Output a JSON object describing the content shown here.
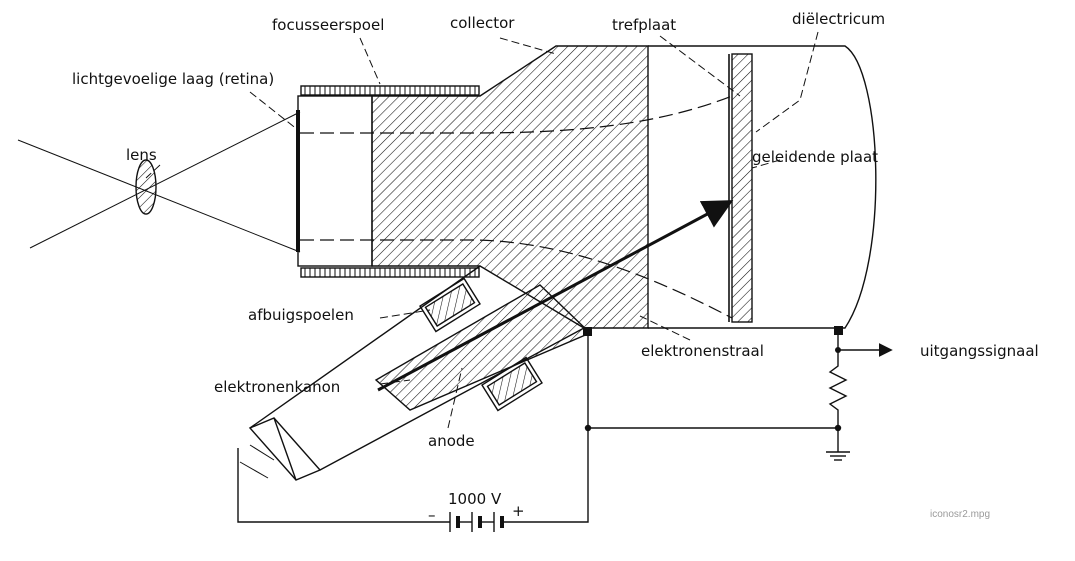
{
  "diagram": {
    "labels": {
      "focusseerspoel": "focusseerspoel",
      "collector": "collector",
      "trefplaat": "trefplaat",
      "dielectricum": "diëlectricum",
      "lichtgevoelige_laag": "lichtgevoelige laag (retina)",
      "lens": "lens",
      "geleidende_plaat": "geleidende plaat",
      "afbuigspoelen": "afbuigspoelen",
      "elektronenstraal": "elektronenstraal",
      "uitgangssignaal": "uitgangssignaal",
      "elektronenkanon": "elektronenkanon",
      "anode": "anode",
      "voltage": "1000 V",
      "minus": "–",
      "plus": "+"
    },
    "watermark": "iconosr2.mpg"
  }
}
